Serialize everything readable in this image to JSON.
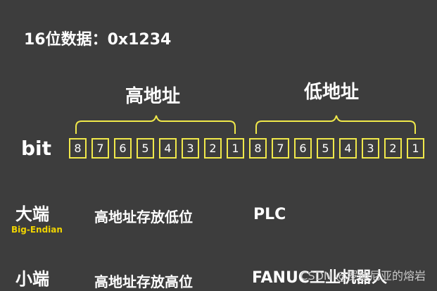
{
  "title": "16位数据：0x1234",
  "groups": {
    "high": "高地址",
    "low": "低地址"
  },
  "bit_label": "bit",
  "cells": [
    "8",
    "7",
    "6",
    "5",
    "4",
    "3",
    "2",
    "1",
    "8",
    "7",
    "6",
    "5",
    "4",
    "3",
    "2",
    "1"
  ],
  "rows": [
    {
      "label": "大端",
      "sub": "Big-Endian",
      "desc": "高地址存放低位",
      "example": "PLC"
    },
    {
      "label": "小端",
      "sub": "",
      "desc": "高地址存放高位",
      "example": "FANUC工业机器人"
    }
  ],
  "watermark": "CSDN @罗迪尼亚的熔岩",
  "colors": {
    "accent": "#f0e84a",
    "sub_label": "#f0d400",
    "background": "#3d3d3d"
  }
}
